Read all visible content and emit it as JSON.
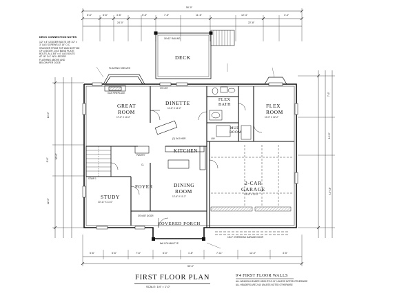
{
  "drawing": {
    "title": "FIRST FLOOR PLAN",
    "scale": "SCALE: 1/4\" = 1'-0\"",
    "walls_title": "9'4 FIRST FLOOR WALLS",
    "walls_notes": [
      "ALL WINDOW HEADER HEIGHTS 6'-11\" UNLESS NOTED OTHERWISE",
      "ALL HEADERS ARE 2x10 UNLESS NOTED OTHERWISE"
    ],
    "deck_notes_title": "DECK CONNECTION NOTES",
    "deck_notes_body": "1/2\" x 4\" LEDGER BOLTS OR 1/2\" x\n3\" LAG SCREWS AT 16\" O.C.\nSTAGGER FROM TOP AND BOTTOM\nOF LEDGER. 2x10 BAND PLATE\nBOLTS, ALL 3/8\" x 4\" LAG BOLTS\nAT 16\" O.C. NO LEDGER\nFLASHING ABOVE AND\nBELOW PER CODE"
  },
  "rooms": {
    "deck": "DECK",
    "great_room": [
      "GREAT",
      "ROOM"
    ],
    "great_room_size": "17'-6\" X 14'-2\"",
    "dinette": "DINETTE",
    "dinette_size": "11'-6\" X 14'-2\"",
    "flex_bath": [
      "FLEX",
      "BATH"
    ],
    "flex_room": [
      "FLEX",
      "ROOM"
    ],
    "flex_room_size": "10'-0\" X 12'-2\"",
    "mud_room": [
      "MUD",
      "ROOM"
    ],
    "kitchen": "KITCHEN",
    "foyer": "FOYER",
    "dining_room": [
      "DINING",
      "ROOM"
    ],
    "dining_room_size": "12'-6\" X 11'-2\"",
    "study": "STUDY",
    "study_size": "10'-11\" X 11'-0\"",
    "garage": [
      "2-CAR",
      "GARAGE"
    ],
    "garage_size": "19'-8\" X 22'-0\"",
    "covered_porch": "COVERED PORCH"
  },
  "dimensions": {
    "overall": "50'-0\"",
    "top_chain": [
      "6'-6\"",
      "6'-6\"",
      "3'-6\"",
      "5'-6\"",
      "7'-6\"",
      "11'-6\"",
      "12'-4\"",
      "3'-4\""
    ],
    "bottom_chain": [
      "5'-6\"",
      "5'-6\"",
      "7'-6\"",
      "6'-0\"",
      "1'-6\"",
      "7'-11\"",
      "12'-0\"",
      "3'-5\""
    ],
    "left_chain": [
      "14'-0\"",
      "9'-6\"",
      "12'-0\""
    ],
    "right_chain": [
      "7'-6\"",
      "14'-0\"",
      "12'-11\""
    ],
    "misc": [
      "24'-0\"",
      "22'-8\"",
      "30'-0\"",
      "2'-0\"",
      "4'-0\"",
      "3'-0\"",
      "6'-8\"",
      "10'-0\"",
      "9'-8\""
    ]
  },
  "labels": {
    "deck_size": "16'x12' RAILING",
    "stair": "STAIR 1",
    "fireplace": "GAS FIREPLACE",
    "shelves": "FLOATING SHELVES",
    "pantry": "PANTRY",
    "coat": "CL",
    "lav": "LAV",
    "garage_door": "16'x7' OVERHEAD GARAGE DOOR",
    "door": "3'0\"x6'8\" DOOR",
    "window": "3'0\"x5'0\"",
    "porch_col": "8x8 COLUMN TYP.",
    "hdr": "(2) 2x10 HDR"
  }
}
